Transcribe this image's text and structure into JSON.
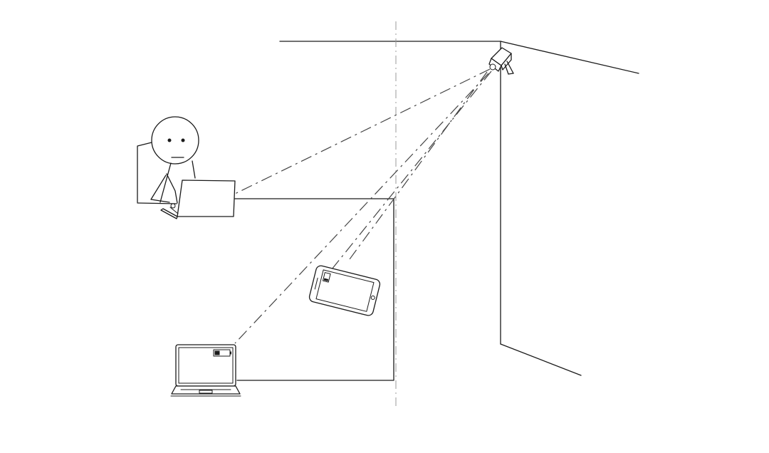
{
  "diagram": {
    "background": "#ffffff",
    "line_color": "#1a1a1a",
    "elements": {
      "camera": {
        "icon": "security-camera-icon"
      },
      "person": {
        "icon": "stick-figure-person-icon",
        "expression": "neutral"
      },
      "person_laptop": {
        "icon": "laptop-icon",
        "state": "open, facing person"
      },
      "phone": {
        "icon": "smartphone-icon",
        "state": "lying on table"
      },
      "table_laptop": {
        "icon": "laptop-icon",
        "state": "open, showing low battery"
      }
    },
    "sight_lines": [
      "camera-to-person-laptop",
      "camera-to-phone",
      "camera-to-table-laptop"
    ]
  }
}
